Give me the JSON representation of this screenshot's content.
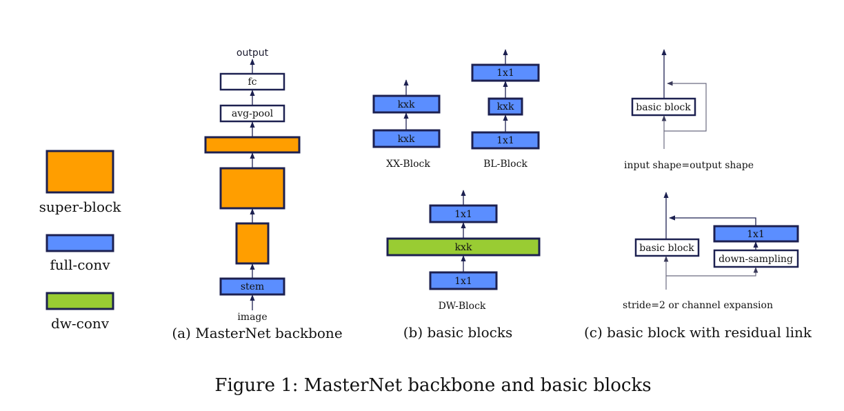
{
  "colors": {
    "super_block": "#ff9e00",
    "full_conv": "#5b8eff",
    "dw_conv": "#99cc33",
    "border": "#1c2050",
    "white_block": "#ffffff"
  },
  "legend": {
    "super_block": "super-block",
    "full_conv": "full-conv",
    "dw_conv": "dw-conv"
  },
  "backbone": {
    "output": "output",
    "fc": "fc",
    "avg_pool": "avg-pool",
    "stem": "stem",
    "image": "image",
    "caption": "(a) MasterNet backbone"
  },
  "basic_blocks": {
    "xx_block": {
      "top": "kxk",
      "bottom": "kxk",
      "name": "XX-Block"
    },
    "bl_block": {
      "top": "1x1",
      "middle": "kxk",
      "bottom": "1x1",
      "name": "BL-Block"
    },
    "dw_block": {
      "top": "1x1",
      "middle": "kxk",
      "bottom": "1x1",
      "name": "DW-Block"
    },
    "caption": "(b) basic blocks"
  },
  "residual": {
    "top_block": "basic block",
    "top_note": "input shape=output shape",
    "bottom_block": "basic block",
    "conv_1x1": "1x1",
    "down_sampling": "down-sampling",
    "bottom_note": "stride=2 or channel expansion",
    "caption": "(c) basic block with residual link"
  },
  "figure_title": "Figure 1: MasterNet backbone and basic blocks"
}
